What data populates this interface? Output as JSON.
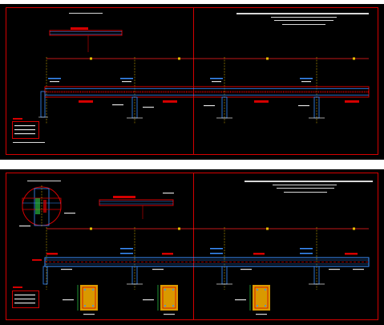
{
  "sheets": [
    {
      "id": "sheet-top",
      "title_block": {
        "line1": "",
        "line2": "",
        "line3": ""
      },
      "legend_title": "",
      "legend_rows": [
        "",
        "",
        ""
      ],
      "columns": 4,
      "frame_color": "#d40000",
      "beam_color": "#d40000",
      "column_color": "#3a8fff"
    },
    {
      "id": "sheet-bottom",
      "title_block": {
        "line1": "",
        "line2": "",
        "line3": ""
      },
      "legend_title": "",
      "legend_rows": [
        "",
        "",
        ""
      ],
      "columns": 4,
      "frame_color": "#d40000",
      "beam_color": "#3a8fff",
      "column_color": "#3a8fff"
    }
  ],
  "colors": {
    "background": "#000000",
    "frame": "#d40000",
    "rebar": "#3a8fff",
    "text": "#e0e0e0",
    "dimension": "#ff2020",
    "axis": "#e8c000",
    "detail_fill": "#ffb400",
    "accent_green": "#2fd14a"
  }
}
